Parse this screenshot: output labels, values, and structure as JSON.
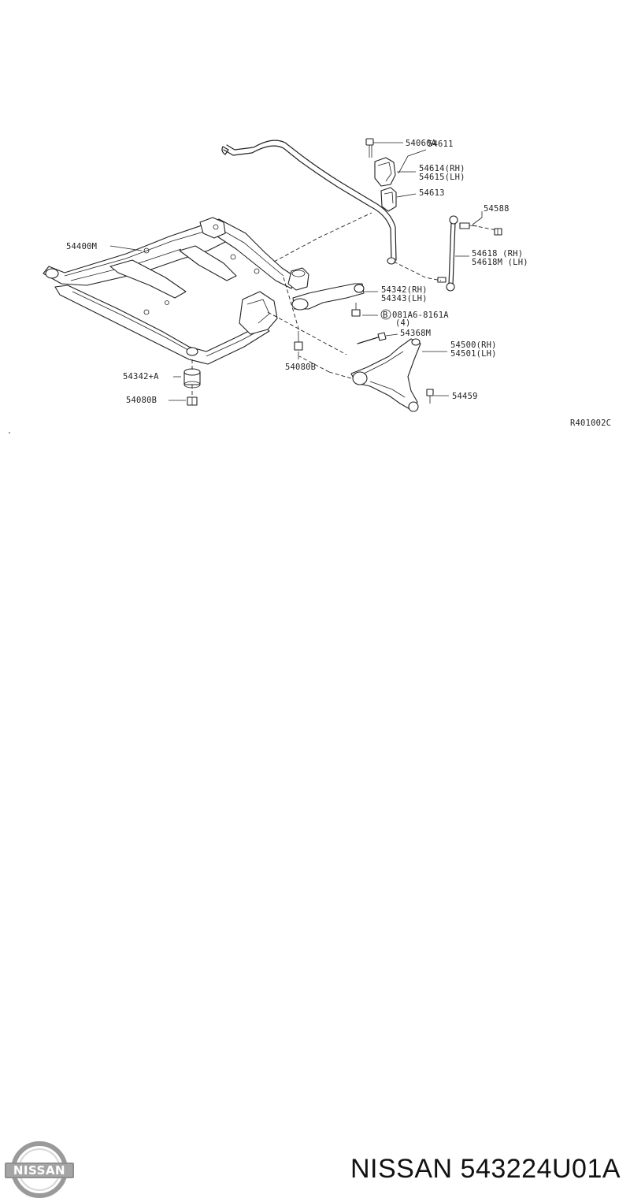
{
  "diagram": {
    "reference_code": "R401002C",
    "callouts": {
      "stabilizer_bar": "54611",
      "bushing_bolt": "54060A",
      "bracket_rh": "54614(RH)",
      "bracket_lh": "54615(LH)",
      "bushing": "54613",
      "link_nut": "54588",
      "link_rh": "54618  (RH)",
      "link_lh": "54618M (LH)",
      "crossmember": "54400M",
      "link_arm_rh": "54342(RH)",
      "link_arm_lh": "54343(LH)",
      "bolt_code": "081A6-8161A",
      "bolt_qty": "(4)",
      "bolt_circle_letter": "B",
      "bolt_54368": "54368M",
      "lower_arm_rh": "54500(RH)",
      "lower_arm_lh": "54501(LH)",
      "mount_insulator": "54342+A",
      "nut_center": "54080B",
      "nut_left": "54080B",
      "ball_joint_bolt": "54459"
    }
  },
  "footer": {
    "brand": "NISSAN",
    "part_number": "NISSAN 543224U01A",
    "logo_color": "#9a9a9a"
  }
}
